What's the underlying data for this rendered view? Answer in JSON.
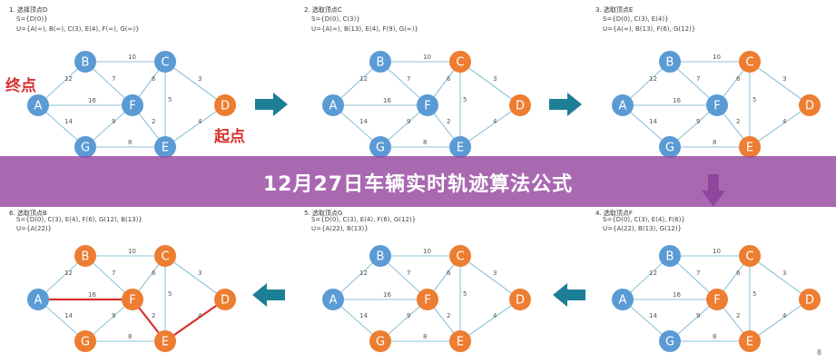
{
  "title": "12月27日车辆实时轨迹算法公式",
  "labels": {
    "end": "终点",
    "start": "起点"
  },
  "colors": {
    "blue": "#5b9bd5",
    "orange": "#ed7d31",
    "edge": "#8fc3d9",
    "path": "#d9302c",
    "arrow": "#1d7f96",
    "arrow_down": "#7a3e98"
  },
  "graph": {
    "nodes": [
      "A",
      "B",
      "C",
      "D",
      "E",
      "F",
      "G"
    ],
    "edges": [
      {
        "from": "A",
        "to": "B",
        "w": "12"
      },
      {
        "from": "A",
        "to": "F",
        "w": "16"
      },
      {
        "from": "A",
        "to": "G",
        "w": "14"
      },
      {
        "from": "B",
        "to": "C",
        "w": "10"
      },
      {
        "from": "B",
        "to": "F",
        "w": "7"
      },
      {
        "from": "C",
        "to": "F",
        "w": "6"
      },
      {
        "from": "C",
        "to": "D",
        "w": "3"
      },
      {
        "from": "C",
        "to": "E",
        "w": "5"
      },
      {
        "from": "F",
        "to": "E",
        "w": "2"
      },
      {
        "from": "F",
        "to": "G",
        "w": "9"
      },
      {
        "from": "G",
        "to": "E",
        "w": "8"
      },
      {
        "from": "D",
        "to": "E",
        "w": "4"
      }
    ]
  },
  "steps": [
    {
      "title": "1. 选择顶点D",
      "s": "S={D(0)}",
      "u": "U={A(∞), B(∞), C(3), E(4), F(∞), G(∞)}",
      "orange": [
        "D"
      ],
      "path": []
    },
    {
      "title": "2. 选取顶点C",
      "s": "S={D(0), C(3)}",
      "u": "U={A(∞), B(13), E(4), F(9), G(∞)}",
      "orange": [
        "D",
        "C"
      ],
      "path": []
    },
    {
      "title": "3. 选取顶点E",
      "s": "S={D(0), C(3), E(4)}",
      "u": "U={A(∞), B(13), F(6), G(12)}",
      "orange": [
        "D",
        "C",
        "E"
      ],
      "path": []
    },
    {
      "title": "4. 选取顶点F",
      "s": "S={D(0), C(3), E(4), F(6)}",
      "u": "U={A(22), B(13), G(12)}",
      "orange": [
        "D",
        "C",
        "E",
        "F"
      ],
      "path": []
    },
    {
      "title": "5. 选取顶点G",
      "s": "S={D(0), C(3), E(4), F(6), G(12)}",
      "u": "U={A(22), B(13)}",
      "orange": [
        "D",
        "C",
        "E",
        "F",
        "G"
      ],
      "path": []
    },
    {
      "title": "6. 选取顶点B",
      "s": "S={D(0), C(3), E(4), F(6), G(12), B(13)}",
      "u": "U={A(22)}",
      "orange": [
        "D",
        "C",
        "E",
        "F",
        "G",
        "B"
      ],
      "path": [
        [
          "A",
          "F"
        ],
        [
          "F",
          "E"
        ],
        [
          "E",
          "D"
        ]
      ]
    }
  ],
  "page_number": "8"
}
